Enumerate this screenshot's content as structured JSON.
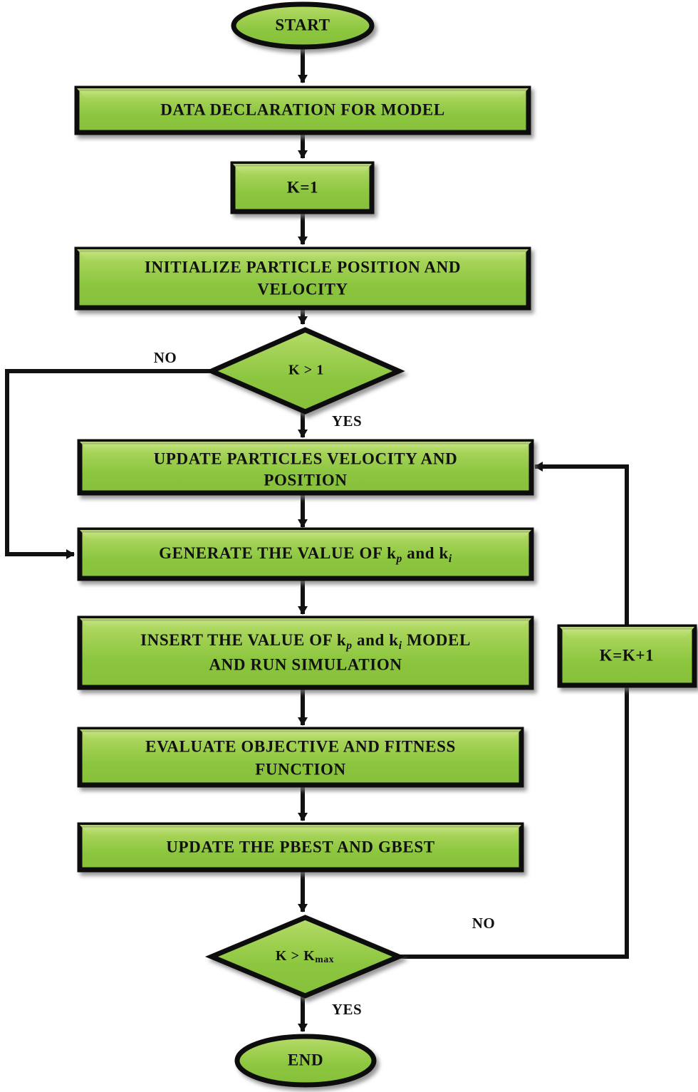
{
  "diagram": {
    "title": "PSO tuning flowchart",
    "colors": {
      "fill_green": "#8CC63F",
      "fill_green_light": "#A9D65C",
      "outline": "#111111",
      "shadow": "#888888",
      "background": "#FFFFFF"
    },
    "nodes": {
      "start": {
        "label": "START",
        "shape": "ellipse"
      },
      "data_declaration": {
        "label": "DATA  DECLARATION  FOR  MODEL",
        "shape": "process"
      },
      "k_init": {
        "label": "K=1",
        "shape": "process"
      },
      "initialize": {
        "line1": "INITIALIZE  PARTICLE  POSITION  AND",
        "line2": "VELOCITY",
        "shape": "process"
      },
      "decision_k_gt_1": {
        "label": "K > 1",
        "shape": "diamond"
      },
      "update_particles": {
        "line1": "UPDATE  PARTICLES  VELOCITY  AND",
        "line2": "POSITION",
        "shape": "process"
      },
      "generate_values": {
        "prefix": "GENERATE  THE  VALUE  OF  k",
        "sub1": "p",
        "mid": " and  k",
        "sub2": "i",
        "shape": "process"
      },
      "insert_values": {
        "prefix": "INSERT  THE  VALUE  OF  k",
        "sub1": "p",
        "mid": " and  k",
        "sub2": "i",
        "suffix": " MODEL",
        "line2": "AND  RUN  SIMULATION",
        "shape": "process"
      },
      "evaluate": {
        "line1": "EVALUATE  OBJECTIVE  AND  FITNESS",
        "line2": "FUNCTION",
        "shape": "process"
      },
      "update_best": {
        "label": "UPDATE  THE  PBEST  AND  GBEST",
        "shape": "process"
      },
      "k_increment": {
        "label": "K=K+1",
        "shape": "process"
      },
      "decision_k_gt_kmax": {
        "prefix": "K > K",
        "sub": "max",
        "shape": "diamond"
      },
      "end": {
        "label": "END",
        "shape": "ellipse"
      }
    },
    "edge_labels": {
      "no_upper": "NO",
      "yes_upper": "YES",
      "no_lower": "NO",
      "yes_lower": "YES"
    }
  }
}
